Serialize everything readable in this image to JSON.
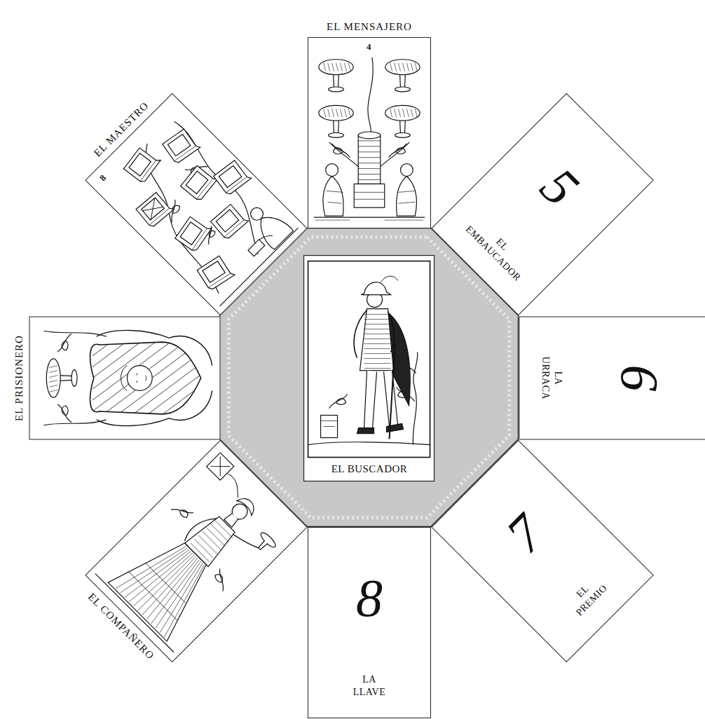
{
  "diagram": {
    "nodes": [
      {
        "text": [
          "EL BUSCADOR"
        ]
      },
      {
        "text": [
          "EL MENSAJERO",
          "4"
        ]
      },
      {
        "text": [
          "5",
          "EL EMBAUCADOR"
        ]
      },
      {
        "text": [
          "6",
          "LA URRACA"
        ]
      },
      {
        "text": [
          "7",
          "EL PREMIO"
        ]
      },
      {
        "text": [
          "8",
          "LA LLAVE"
        ]
      },
      {
        "text": [
          "EL COMPAÑERO"
        ]
      },
      {
        "text": [
          "EL PRISIONERO"
        ]
      },
      {
        "text": [
          "EL MAESTRO",
          "8"
        ]
      }
    ]
  }
}
